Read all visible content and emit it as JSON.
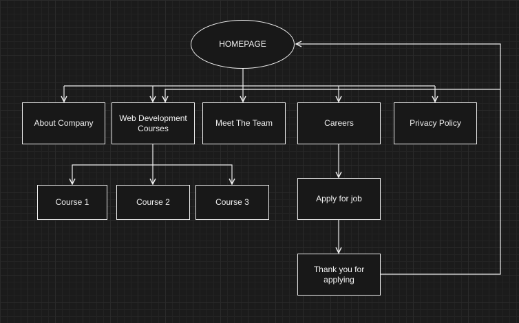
{
  "diagram": {
    "colors": {
      "background": "#1b1b1b",
      "grid": "#2a2a2a",
      "stroke": "#f0f0f0",
      "node_fill": "#181818",
      "text": "#f0f0f0"
    },
    "nodes": {
      "homepage": "HOMEPAGE",
      "about_company": "About Company",
      "web_dev_courses": "Web Development\nCourses",
      "meet_team": "Meet The Team",
      "careers": "Careers",
      "privacy_policy": "Privacy Policy",
      "course_1": "Course 1",
      "course_2": "Course 2",
      "course_3": "Course 3",
      "apply_job": "Apply for job",
      "thank_you": "Thank you for\napplying"
    },
    "edges": [
      {
        "from": "homepage",
        "to": "about_company"
      },
      {
        "from": "homepage",
        "to": "web_dev_courses"
      },
      {
        "from": "homepage",
        "to": "meet_team"
      },
      {
        "from": "homepage",
        "to": "careers"
      },
      {
        "from": "homepage",
        "to": "privacy_policy"
      },
      {
        "from": "web_dev_courses",
        "to": "course_1"
      },
      {
        "from": "web_dev_courses",
        "to": "course_2"
      },
      {
        "from": "web_dev_courses",
        "to": "course_3"
      },
      {
        "from": "careers",
        "to": "apply_job"
      },
      {
        "from": "apply_job",
        "to": "thank_you"
      },
      {
        "from": "thank_you",
        "to": "homepage"
      },
      {
        "from": "thank_you",
        "to": "web_dev_courses"
      }
    ]
  }
}
